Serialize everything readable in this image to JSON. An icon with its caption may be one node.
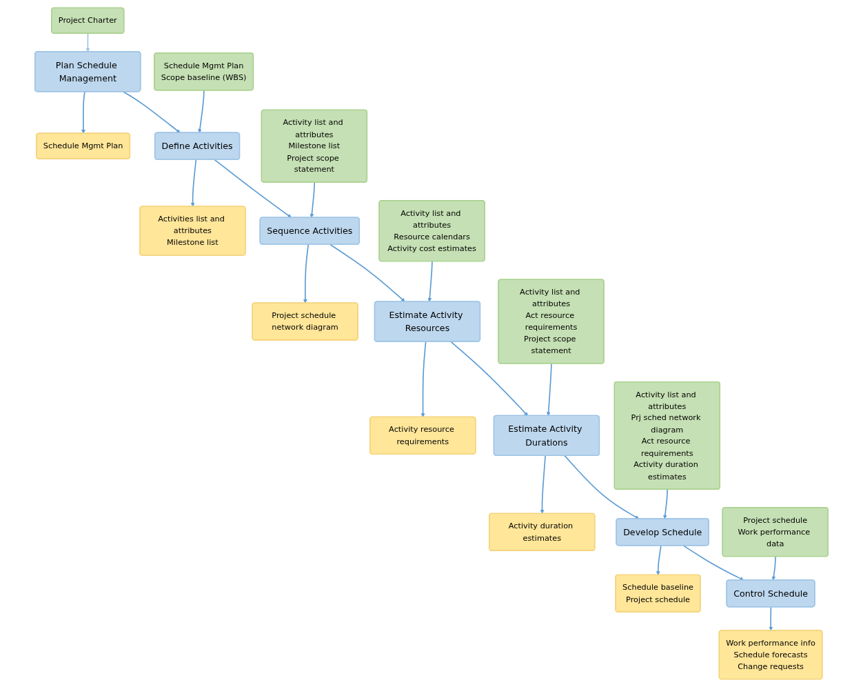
{
  "diagram": {
    "nodes": [
      {
        "text": [
          "Project Charter"
        ]
      },
      {
        "text": [
          "Plan Schedule Management"
        ]
      },
      {
        "text": [
          "Schedule Mgmt Plan"
        ]
      },
      {
        "text": [
          "Schedule Mgmt Plan",
          "Scope baseline (WBS)"
        ]
      },
      {
        "text": [
          "Define Activities"
        ]
      },
      {
        "text": [
          "Activities list and attributes",
          "Milestone list"
        ]
      },
      {
        "text": [
          "Activity list and attributes",
          "Milestone list",
          "Project scope statement"
        ]
      },
      {
        "text": [
          "Sequence Activities"
        ]
      },
      {
        "text": [
          "Project schedule network diagram"
        ]
      },
      {
        "text": [
          "Activity list and attributes",
          "Resource calendars",
          "Activity cost estimates"
        ]
      },
      {
        "text": [
          "Estimate Activity Resources"
        ]
      },
      {
        "text": [
          "Activity resource requirements"
        ]
      },
      {
        "text": [
          "Activity list and attributes",
          "Act resource requirements",
          "Project scope statement"
        ]
      },
      {
        "text": [
          "Estimate Activity Durations"
        ]
      },
      {
        "text": [
          "Activity duration estimates"
        ]
      },
      {
        "text": [
          "Activity list and attributes",
          "Prj sched network diagram",
          "Act resource requirements",
          "Activity duration estimates"
        ]
      },
      {
        "text": [
          "Develop Schedule"
        ]
      },
      {
        "text": [
          "Schedule baseline",
          "Project schedule"
        ]
      },
      {
        "text": [
          "Project schedule",
          "Work performance data"
        ]
      },
      {
        "text": [
          "Control Schedule"
        ]
      },
      {
        "text": [
          "Work performance info",
          "Schedule forecasts",
          "Change requests"
        ]
      }
    ],
    "edges": [
      {
        "from": 0,
        "to": 1,
        "arrow": "to",
        "color": "#9dc3e6"
      },
      {
        "from": 1,
        "to": 2,
        "arrow": "to"
      },
      {
        "from": 1,
        "to": 4,
        "arrow": "to"
      },
      {
        "from": 3,
        "to": 4,
        "arrow": "to"
      },
      {
        "from": 4,
        "to": 5,
        "arrow": "to"
      },
      {
        "from": 4,
        "to": 7,
        "arrow": "to"
      },
      {
        "from": 6,
        "to": 7,
        "arrow": "to"
      },
      {
        "from": 7,
        "to": 8,
        "arrow": "to"
      },
      {
        "from": 7,
        "to": 10,
        "arrow": "to"
      },
      {
        "from": 9,
        "to": 10,
        "arrow": "to"
      },
      {
        "from": 10,
        "to": 11,
        "arrow": "to"
      },
      {
        "from": 10,
        "to": 13,
        "arrow": "to"
      },
      {
        "from": 12,
        "to": 13,
        "arrow": "to"
      },
      {
        "from": 13,
        "to": 14,
        "arrow": "to"
      },
      {
        "from": 13,
        "to": 16,
        "arrow": "to"
      },
      {
        "from": 15,
        "to": 16,
        "arrow": "to"
      },
      {
        "from": 16,
        "to": 17,
        "arrow": "to"
      },
      {
        "from": 16,
        "to": 19,
        "arrow": "to"
      },
      {
        "from": 18,
        "to": 19,
        "arrow": "to"
      },
      {
        "from": 19,
        "to": 20,
        "arrow": "to"
      }
    ]
  }
}
